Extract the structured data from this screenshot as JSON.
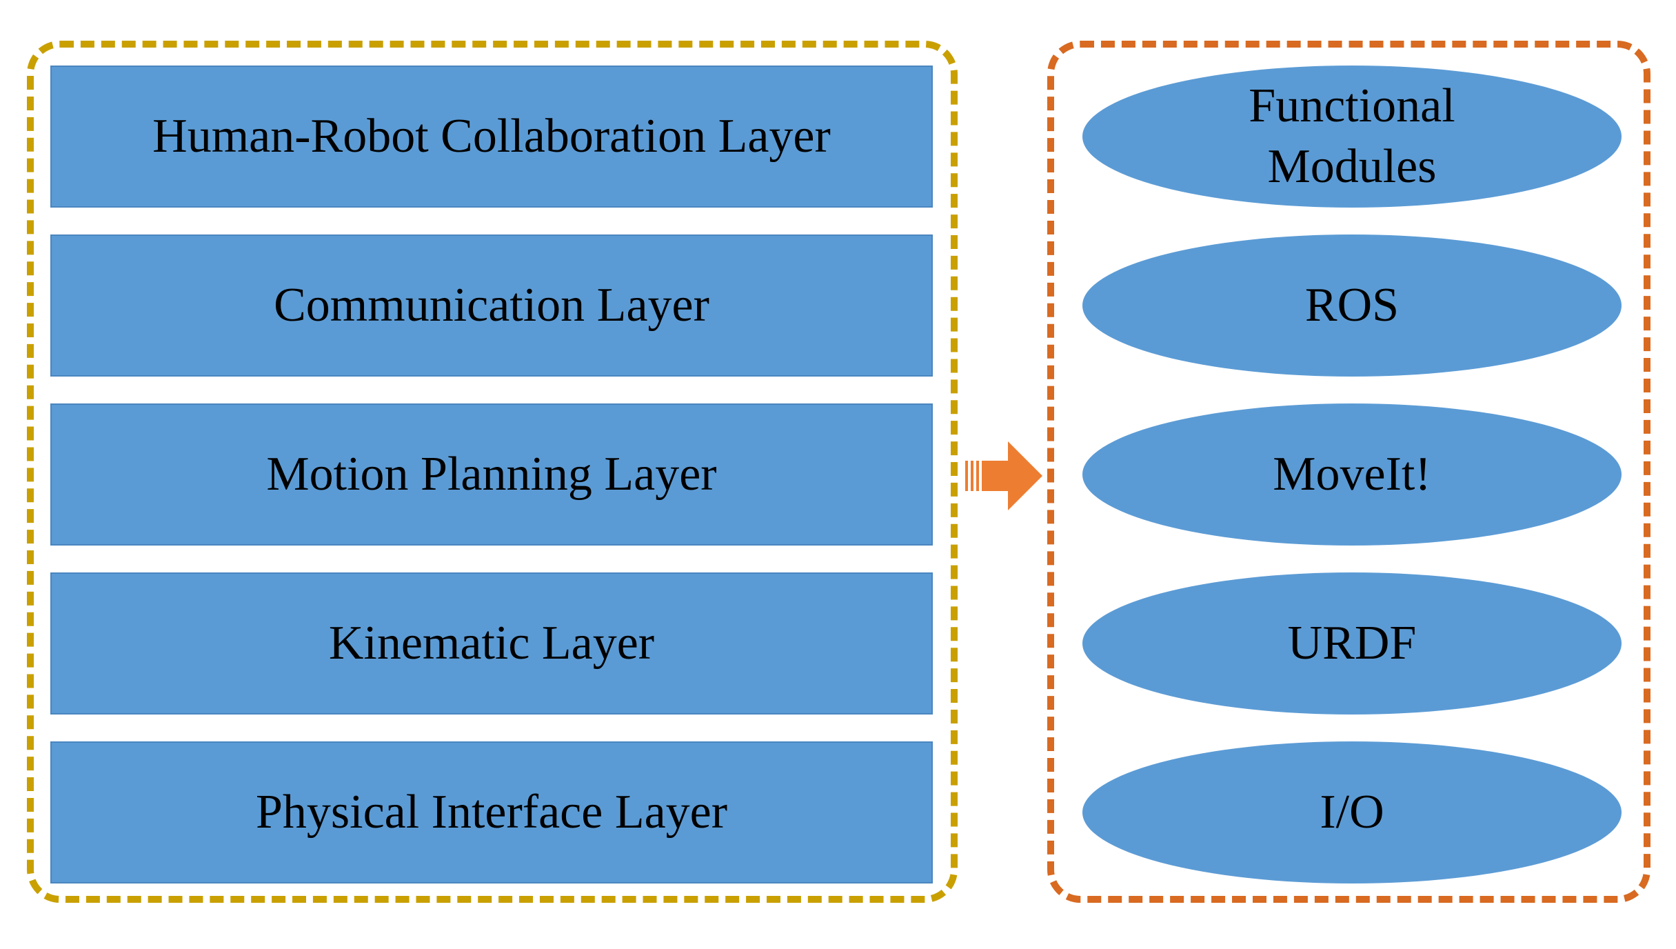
{
  "colors": {
    "box_fill": "#5b9bd5",
    "left_frame_dash": "#c9a000",
    "right_frame_dash": "#d86a21",
    "arrow": "#ed7d31",
    "text": "#000000"
  },
  "layers": [
    {
      "label": "Human-Robot Collaboration Layer"
    },
    {
      "label": "Communication Layer"
    },
    {
      "label": "Motion Planning Layer"
    },
    {
      "label": "Kinematic Layer"
    },
    {
      "label": "Physical Interface Layer"
    }
  ],
  "modules": [
    {
      "line1": "Functional",
      "line2": "Modules"
    },
    {
      "label": "ROS"
    },
    {
      "label": "MoveIt!"
    },
    {
      "label": "URDF"
    },
    {
      "label": "I/O"
    }
  ],
  "arrow_icon": "right-arrow-icon"
}
